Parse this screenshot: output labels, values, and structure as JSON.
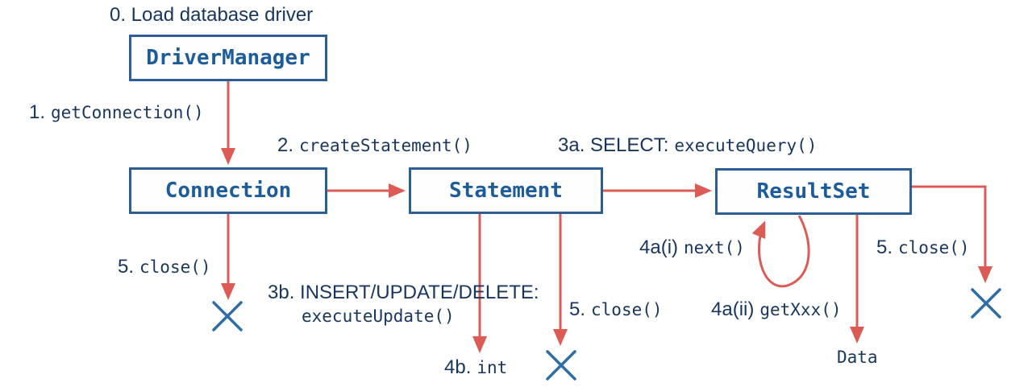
{
  "diagram": {
    "nodes": [
      {
        "id": "drivermanager",
        "label": "DriverManager"
      },
      {
        "id": "connection",
        "label": "Connection"
      },
      {
        "id": "statement",
        "label": "Statement"
      },
      {
        "id": "resultset",
        "label": "ResultSet"
      }
    ],
    "steps": {
      "load_driver": {
        "text": "0. Load database driver"
      },
      "get_connection": {
        "prefix": "1.",
        "code": "getConnection()"
      },
      "create_statement": {
        "prefix": "2.",
        "code": "createStatement()"
      },
      "execute_query": {
        "prefix": "3a. SELECT:",
        "code": "executeQuery()"
      },
      "execute_update": {
        "line1": "3b. INSERT/UPDATE/DELETE:",
        "line2": "executeUpdate()"
      },
      "next_loop": {
        "prefix": "4a(i)",
        "code": "next()"
      },
      "get_xxx": {
        "prefix": "4a(ii)",
        "code": "getXxx()"
      },
      "int_result": {
        "prefix": "4b.",
        "code": "int"
      },
      "close_connection": {
        "prefix": "5.",
        "code": "close()"
      },
      "close_statement": {
        "prefix": "5.",
        "code": "close()"
      },
      "close_resultset": {
        "prefix": "5.",
        "code": "close()"
      },
      "data_result": {
        "text": "Data"
      }
    },
    "colors": {
      "box_border": "#2b5f94",
      "box_text": "#1d5c9b",
      "label_text": "#17365d",
      "arrow": "#dd5b55",
      "close_x": "#2e6da4",
      "background": "#ffffff"
    }
  }
}
